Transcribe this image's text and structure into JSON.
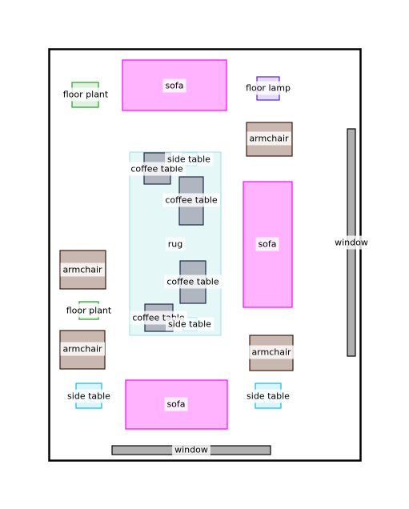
{
  "room": {
    "border_color": "#000000"
  },
  "colors": {
    "sofa": {
      "fill": "#ffb3ff",
      "stroke": "#ff00ff"
    },
    "armchair": {
      "fill": "#c9b8b0",
      "stroke": "#3a1a12"
    },
    "coffee_table": {
      "fill": "#b0b6c0",
      "stroke": "#1d2b45"
    },
    "side_table": {
      "fill": "#d9f6ff",
      "stroke": "#16b6e0"
    },
    "floor_plant": {
      "fill": "#dff2df",
      "stroke": "#2a9a2a"
    },
    "floor_lamp": {
      "fill": "#e4dcff",
      "stroke": "#5a1ad0"
    },
    "rug": {
      "fill": "#e6f7f7",
      "stroke": "#aee5e8"
    },
    "window": {
      "fill": "#b0b0b0",
      "stroke": "#000000"
    },
    "label_bg": "#ffffff"
  },
  "items": [
    {
      "id": "rug",
      "type": "rug",
      "label": "rug"
    },
    {
      "id": "sofa-top",
      "type": "sofa",
      "label": "sofa"
    },
    {
      "id": "sofa-right",
      "type": "sofa",
      "label": "sofa"
    },
    {
      "id": "sofa-bottom",
      "type": "sofa",
      "label": "sofa"
    },
    {
      "id": "armchair-top-right",
      "type": "armchair",
      "label": "armchair"
    },
    {
      "id": "armchair-left-upper",
      "type": "armchair",
      "label": "armchair"
    },
    {
      "id": "armchair-left-lower",
      "type": "armchair",
      "label": "armchair"
    },
    {
      "id": "armchair-bottom-right",
      "type": "armchair",
      "label": "armchair"
    },
    {
      "id": "coffee-table-1",
      "type": "coffee_table",
      "label": "coffee table"
    },
    {
      "id": "coffee-table-2",
      "type": "coffee_table",
      "label": "coffee table"
    },
    {
      "id": "coffee-table-3",
      "type": "coffee_table",
      "label": "coffee table"
    },
    {
      "id": "coffee-table-4",
      "type": "coffee_table",
      "label": "coffee table"
    },
    {
      "id": "side-table-rug-top",
      "type": "side_table",
      "label": "side table"
    },
    {
      "id": "side-table-rug-bottom",
      "type": "side_table",
      "label": "side table"
    },
    {
      "id": "side-table-bottom-left",
      "type": "side_table",
      "label": "side table"
    },
    {
      "id": "side-table-bottom-right",
      "type": "side_table",
      "label": "side table"
    },
    {
      "id": "floor-plant-top",
      "type": "floor_plant",
      "label": "floor plant"
    },
    {
      "id": "floor-plant-left",
      "type": "floor_plant",
      "label": "floor plant"
    },
    {
      "id": "floor-lamp",
      "type": "floor_lamp",
      "label": "floor lamp"
    },
    {
      "id": "window-right",
      "type": "window",
      "label": "window"
    },
    {
      "id": "window-bottom",
      "type": "window",
      "label": "window"
    }
  ]
}
